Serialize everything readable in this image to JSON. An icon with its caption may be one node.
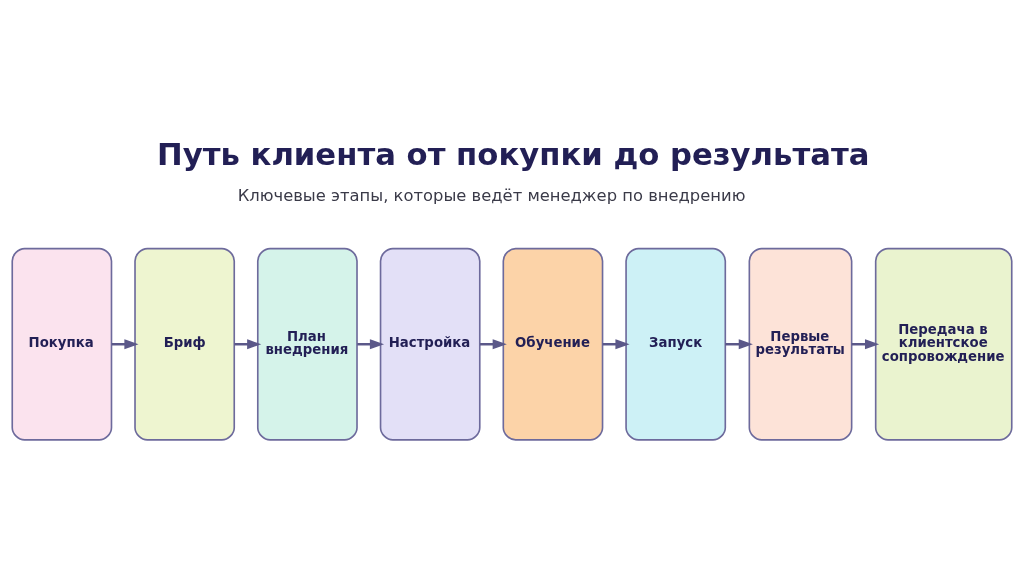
{
  "diagram": {
    "title": "Путь клиента от покупки до результата",
    "nodes": [
      {
        "text": [
          "Покупка"
        ]
      },
      {
        "text": [
          "Бриф"
        ]
      },
      {
        "text": [
          "План внедрения"
        ]
      },
      {
        "text": [
          "Настройка"
        ]
      },
      {
        "text": [
          "Обучение"
        ]
      },
      {
        "text": [
          "Запуск"
        ]
      },
      {
        "text": [
          "Первые результаты"
        ]
      },
      {
        "text": [
          "Передача в клиентское сопровождение"
        ]
      }
    ],
    "edges": [
      {
        "from": 0,
        "to": 1,
        "arrow": "to"
      },
      {
        "from": 1,
        "to": 2,
        "arrow": "to"
      },
      {
        "from": 2,
        "to": 3,
        "arrow": "to"
      },
      {
        "from": 3,
        "to": 4,
        "arrow": "to"
      },
      {
        "from": 4,
        "to": 5,
        "arrow": "to"
      },
      {
        "from": 5,
        "to": 6,
        "arrow": "to"
      },
      {
        "from": 6,
        "to": 7,
        "arrow": "to"
      }
    ],
    "labels": [
      "Ключевые этапы, которые ведёт менеджер по внедрению"
    ]
  }
}
